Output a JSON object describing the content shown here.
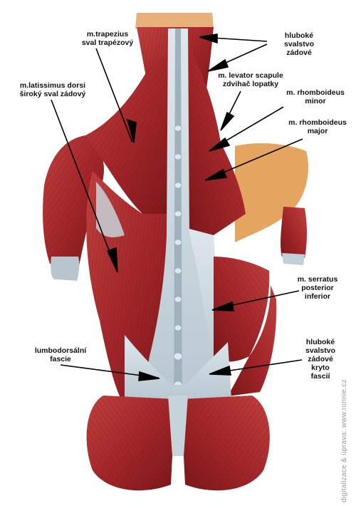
{
  "labels": {
    "trapezius": {
      "line1": "m.trapezius",
      "line2": "sval trapézový"
    },
    "latissimus": {
      "line1": "m.latissimus dorsi",
      "line2": "široký sval zádový"
    },
    "deep_back": {
      "line1": "hluboké",
      "line2": "svalstvo",
      "line3": "zádové"
    },
    "levator": {
      "line1": "m. levator scapule",
      "line2": "zdvihač lopatky"
    },
    "rhomboid_minor": {
      "line1": "m. rhomboideus",
      "line2": "minor"
    },
    "rhomboid_major": {
      "line1": "m. rhomboideus",
      "line2": "major"
    },
    "serratus": {
      "line1": "m. serratus",
      "line2": "posterior",
      "line3": "inferior"
    },
    "lumbodorsal": {
      "line1": "lumbodorsální",
      "line2": "fascie"
    },
    "deep_fascia": {
      "line1": "hluboké",
      "line2": "svalstvo",
      "line3": "zádové",
      "line4": "kryto",
      "line5": "fascií"
    }
  },
  "watermark": "digitalizace & úprava: www.ronnie.cz",
  "colors": {
    "muscle": "#a8262a",
    "muscle_dark": "#7c1719",
    "muscle_light": "#c8514e",
    "fascia": "#c9d6df",
    "tendon_warm": "#e0a15e",
    "line": "#000000"
  }
}
